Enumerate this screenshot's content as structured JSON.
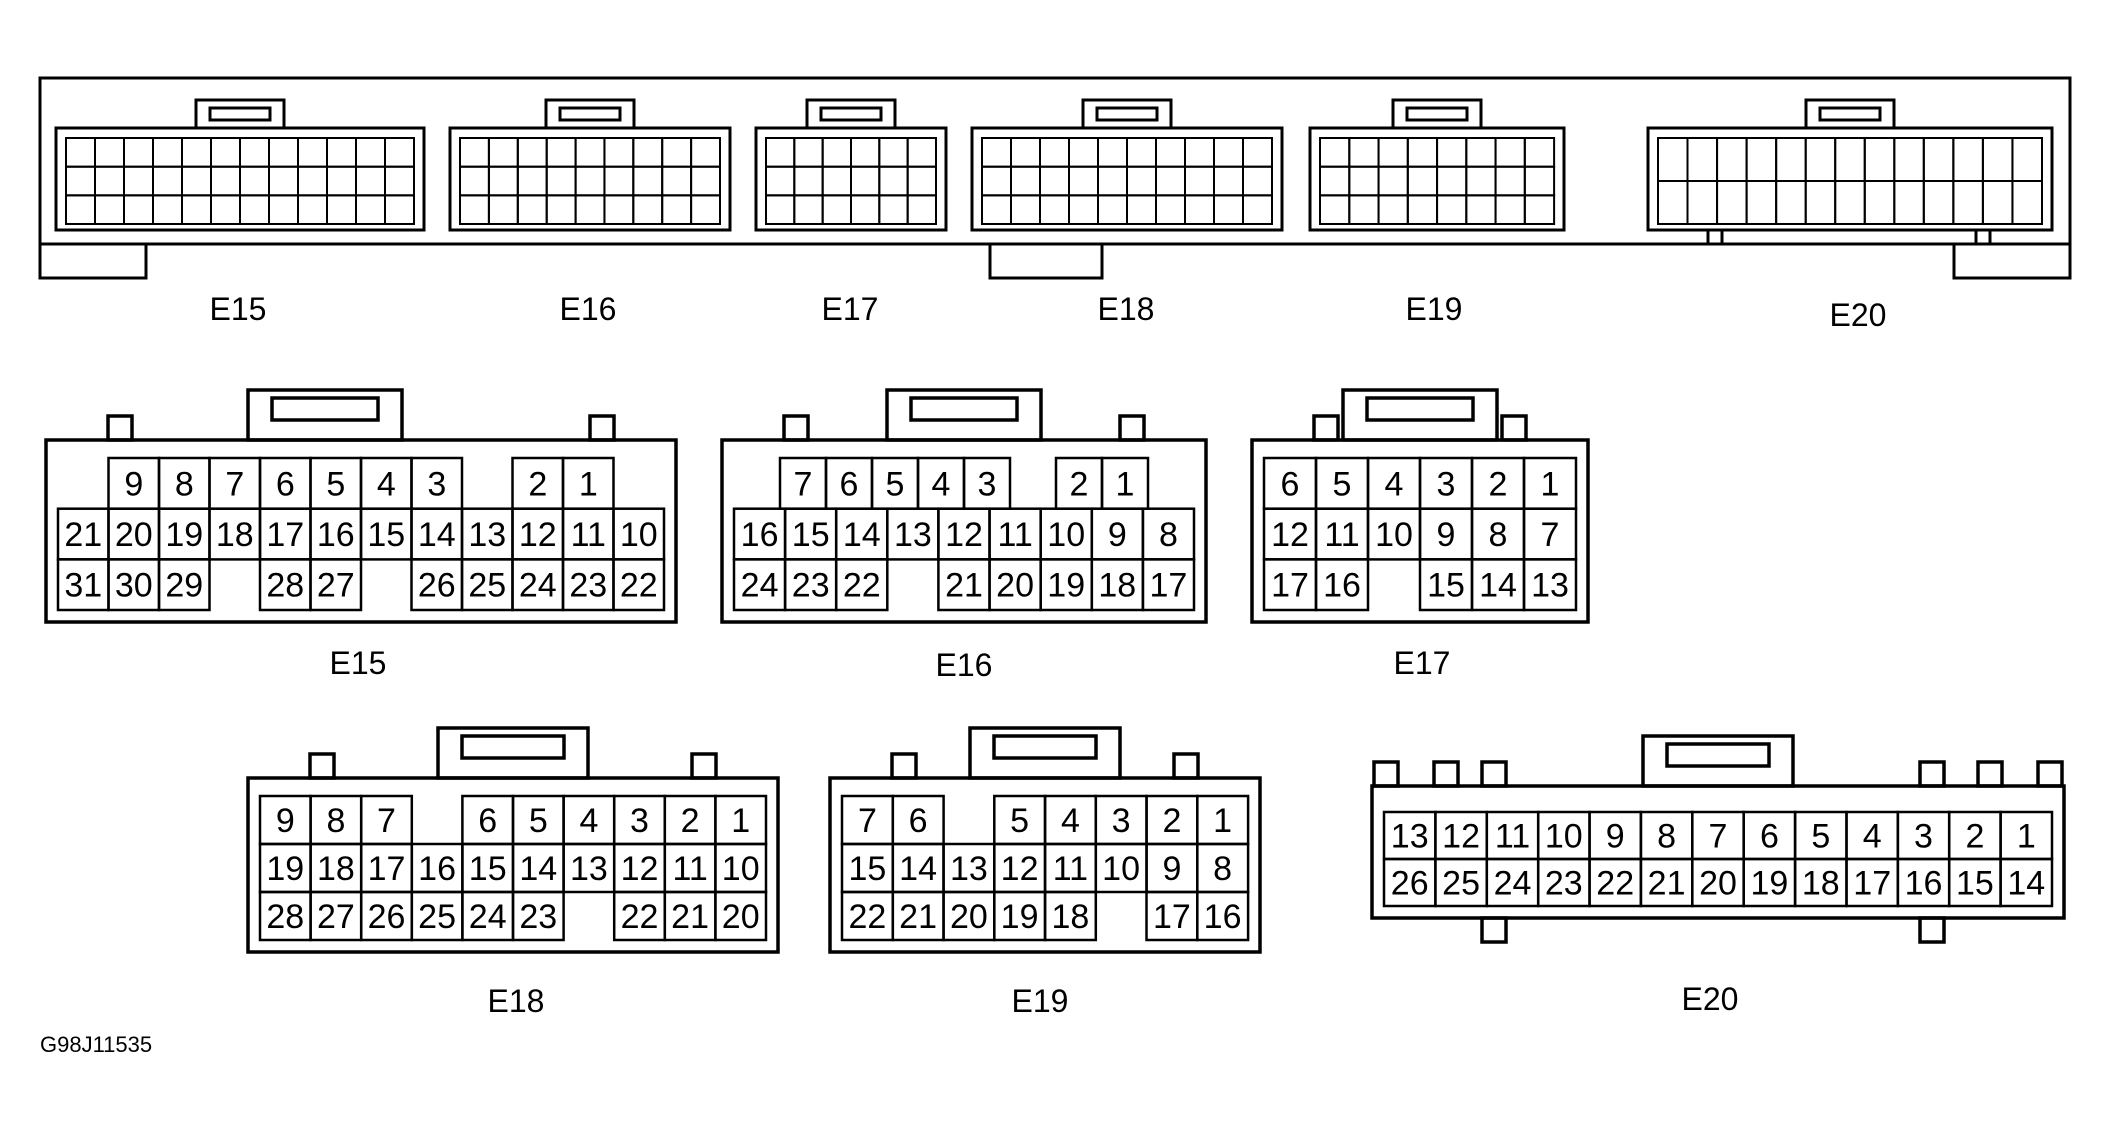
{
  "figure_code": "G98J11535",
  "strip": {
    "labels": [
      "E15",
      "E16",
      "E17",
      "E18",
      "E19",
      "E20"
    ]
  },
  "connectors": [
    {
      "id": "E15",
      "label": "E15",
      "rows": [
        [
          "",
          "9",
          "8",
          "7",
          "6",
          "5",
          "4",
          "3",
          "",
          "2",
          "1",
          ""
        ],
        [
          "21",
          "20",
          "19",
          "18",
          "17",
          "16",
          "15",
          "14",
          "13",
          "12",
          "11",
          "10"
        ],
        [
          "31",
          "30",
          "29",
          "",
          "28",
          "27",
          "",
          "26",
          "25",
          "24",
          "23",
          "22"
        ]
      ]
    },
    {
      "id": "E16",
      "label": "E16",
      "rows": [
        [
          "",
          "7",
          "6",
          "5",
          "4",
          "3",
          "",
          "2",
          "1",
          ""
        ],
        [
          "16",
          "15",
          "14",
          "13",
          "12",
          "11",
          "10",
          "9",
          "8"
        ],
        [
          "24",
          "23",
          "22",
          "",
          "21",
          "20",
          "19",
          "18",
          "17"
        ]
      ]
    },
    {
      "id": "E17",
      "label": "E17",
      "rows": [
        [
          "6",
          "5",
          "4",
          "3",
          "2",
          "1"
        ],
        [
          "12",
          "11",
          "10",
          "9",
          "8",
          "7"
        ],
        [
          "17",
          "16",
          "",
          "15",
          "14",
          "13"
        ]
      ]
    },
    {
      "id": "E18",
      "label": "E18",
      "rows": [
        [
          "9",
          "8",
          "7",
          "",
          "6",
          "5",
          "4",
          "3",
          "2",
          "1"
        ],
        [
          "19",
          "18",
          "17",
          "16",
          "15",
          "14",
          "13",
          "12",
          "11",
          "10"
        ],
        [
          "28",
          "27",
          "26",
          "25",
          "24",
          "23",
          "",
          "22",
          "21",
          "20"
        ]
      ]
    },
    {
      "id": "E19",
      "label": "E19",
      "rows": [
        [
          "7",
          "6",
          "",
          "5",
          "4",
          "3",
          "2",
          "1"
        ],
        [
          "15",
          "14",
          "13",
          "12",
          "11",
          "10",
          "9",
          "8"
        ],
        [
          "22",
          "21",
          "20",
          "19",
          "18",
          "",
          "17",
          "16"
        ]
      ]
    },
    {
      "id": "E20",
      "label": "E20",
      "rows": [
        [
          "13",
          "12",
          "11",
          "10",
          "9",
          "8",
          "7",
          "6",
          "5",
          "4",
          "3",
          "2",
          "1"
        ],
        [
          "26",
          "25",
          "24",
          "23",
          "22",
          "21",
          "20",
          "19",
          "18",
          "17",
          "16",
          "15",
          "14"
        ]
      ]
    }
  ]
}
